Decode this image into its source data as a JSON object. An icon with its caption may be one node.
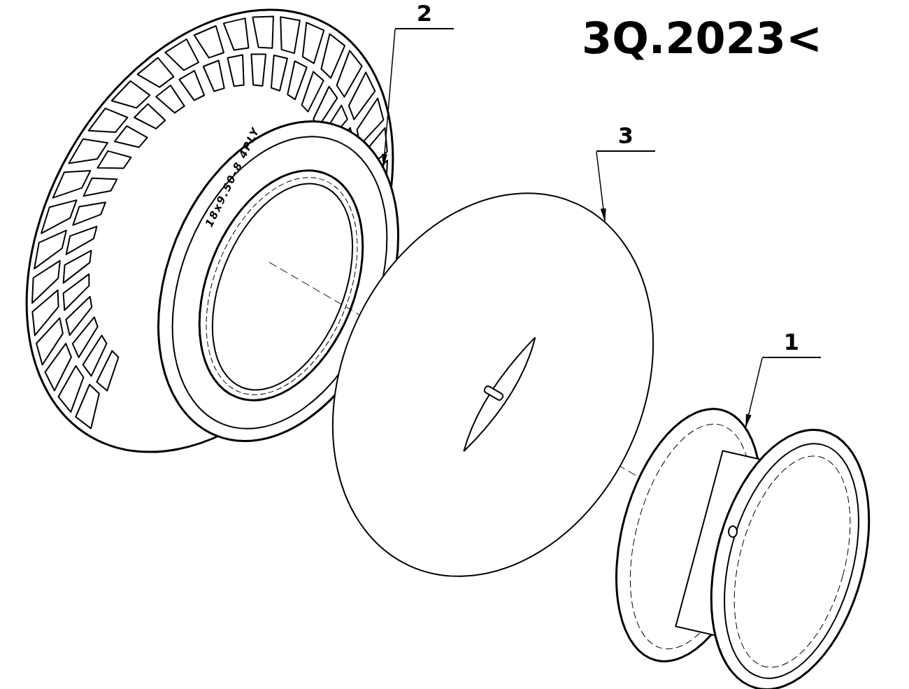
{
  "diagram": {
    "nodes": [
      {
        "text": [
          "2"
        ]
      },
      {
        "text": [],
        "shape": "picture"
      },
      {
        "text": [
          "3"
        ]
      },
      {
        "text": [],
        "shape": "picture"
      },
      {
        "text": [
          "1"
        ]
      },
      {
        "text": [],
        "shape": "picture"
      }
    ],
    "edges": [
      {
        "from": 0,
        "to": 1,
        "arrow": "to"
      },
      {
        "from": 2,
        "to": 3,
        "arrow": "to"
      },
      {
        "from": 4,
        "to": 5,
        "arrow": "to"
      }
    ],
    "labels": [
      "3Q.2023<",
      "18x9.50-8 4PLY"
    ]
  }
}
